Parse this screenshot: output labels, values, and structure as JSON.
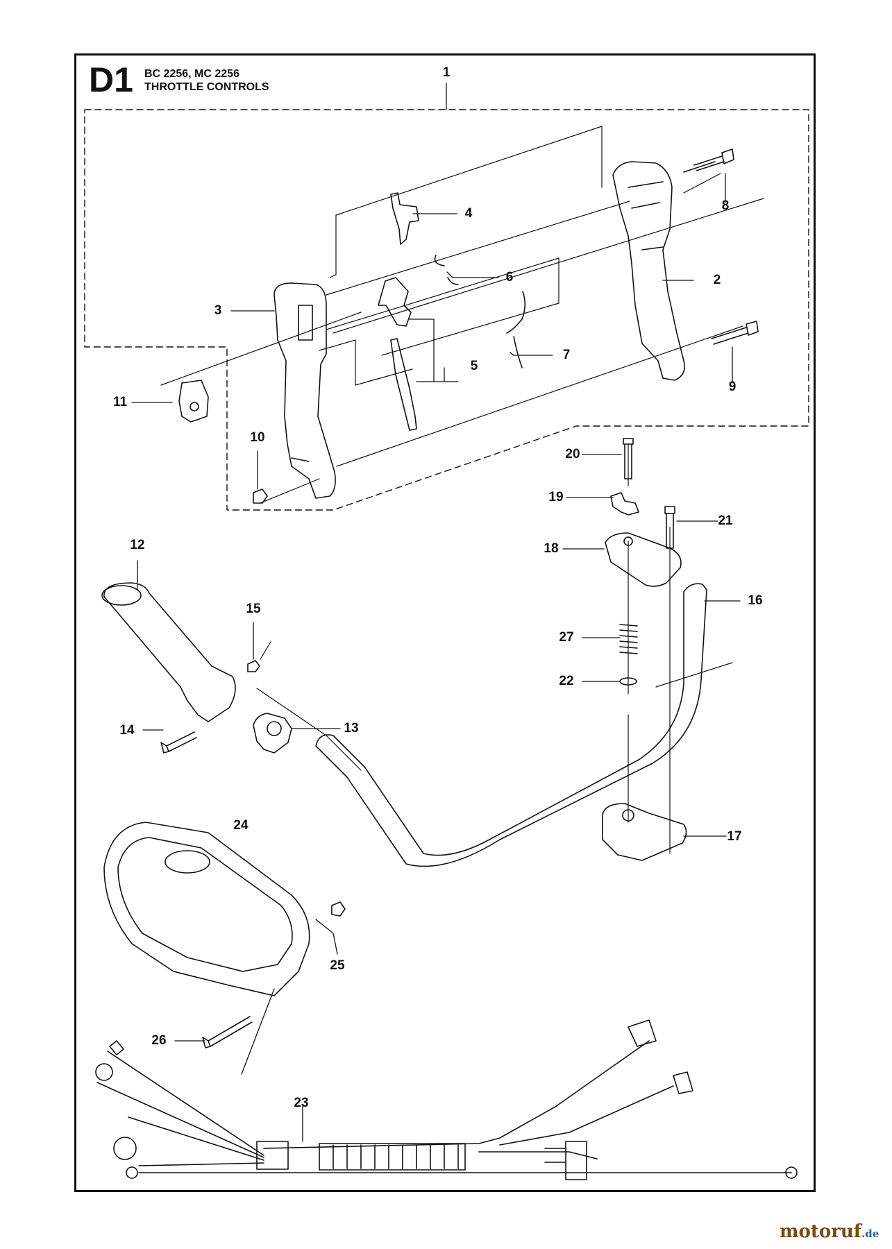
{
  "header": {
    "section_code": "D1",
    "models": "BC 2256, MC 2256",
    "title": "THROTTLE CONTROLS"
  },
  "callouts": [
    "1",
    "2",
    "3",
    "4",
    "5",
    "6",
    "7",
    "8",
    "9",
    "10",
    "11",
    "12",
    "13",
    "14",
    "15",
    "16",
    "17",
    "18",
    "19",
    "20",
    "21",
    "22",
    "23",
    "24",
    "25",
    "26",
    "27"
  ],
  "watermark": {
    "brand": "motoruf",
    "tld": ".de"
  },
  "colors": {
    "line": "#111111",
    "watermark_brand": "#7a4a10",
    "watermark_tld": "#1f5fa8"
  }
}
